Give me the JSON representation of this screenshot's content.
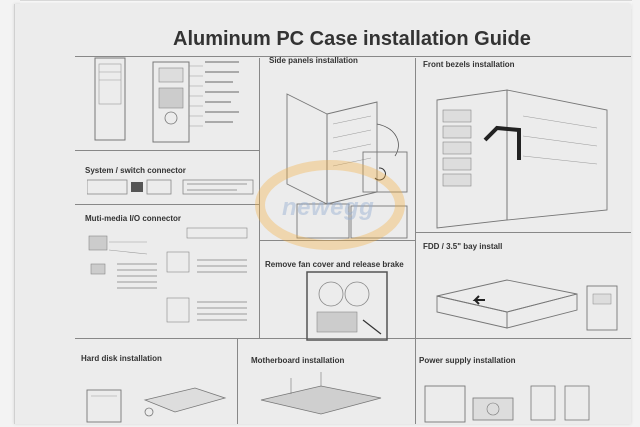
{
  "title": "Aluminum PC Case installation Guide",
  "sections": {
    "side_panels": "Side panels installation",
    "front_bezels": "Front bezels installation",
    "system_switch": "System / switch connector",
    "multimedia": "Muti-media I/O  connector",
    "fan_cover": "Remove fan cover and release brake",
    "fdd": "FDD / 3.5\" bay install",
    "hard_disk": "Hard disk installation",
    "motherboard": "Motherboard installation",
    "power_supply": "Power supply installation"
  },
  "watermark": {
    "text": "newegg",
    "icon": "newegg-logo-watermark"
  },
  "colors": {
    "paper": "#ececec",
    "ink": "#333333",
    "watermark": "#96afd2"
  }
}
